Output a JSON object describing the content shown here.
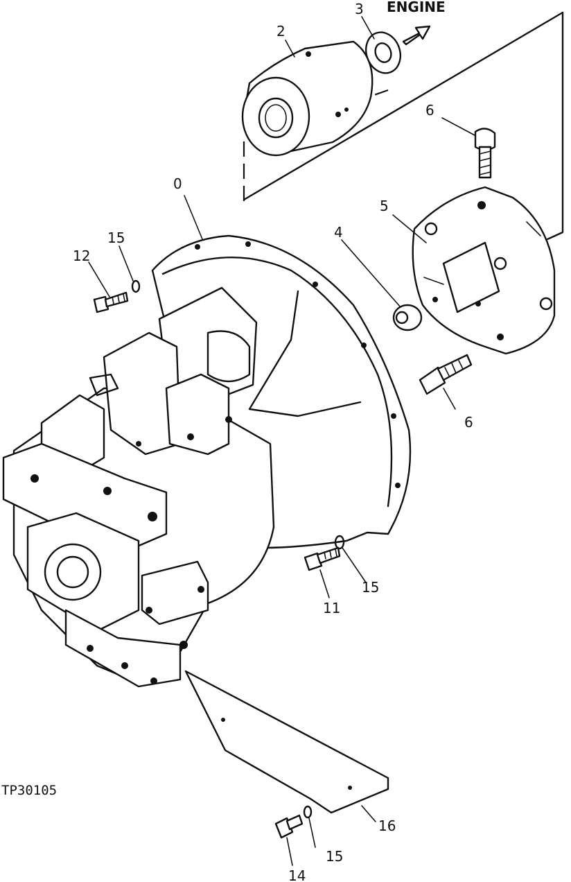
{
  "diagram": {
    "engine_label": "ENGINE",
    "reference_code": "TP30105",
    "callouts": {
      "p0": "0",
      "p2": "2",
      "p3": "3",
      "p4": "4",
      "p5": "5",
      "p6a": "6",
      "p6b": "6",
      "p11": "11",
      "p12": "12",
      "p14": "14",
      "p15a": "15",
      "p15b": "15",
      "p15c": "15",
      "p16": "16"
    }
  }
}
